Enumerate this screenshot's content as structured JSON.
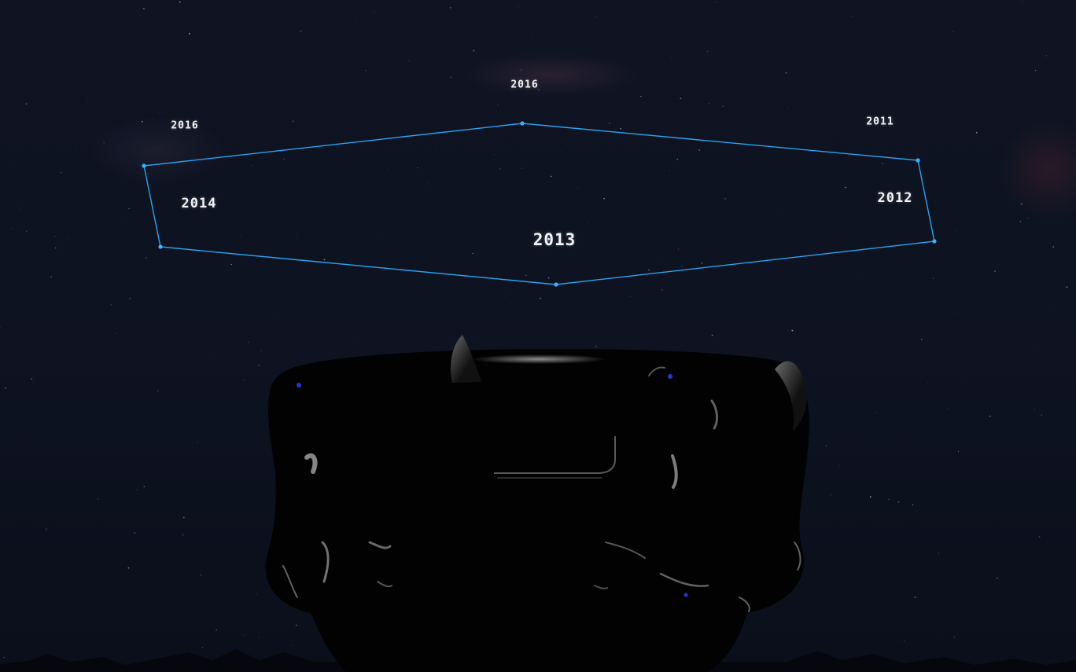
{
  "scene": {
    "background_color": "#0d1120",
    "line_color": "#2aa3ee",
    "selected_year": "2013"
  },
  "years": {
    "top_left": "2016",
    "top_center": "2016",
    "top_right": "2011",
    "left": "2014",
    "right": "2012",
    "center": "2013"
  },
  "icons": {
    "vertex": "node-dot",
    "object": "dark-3d-model"
  }
}
